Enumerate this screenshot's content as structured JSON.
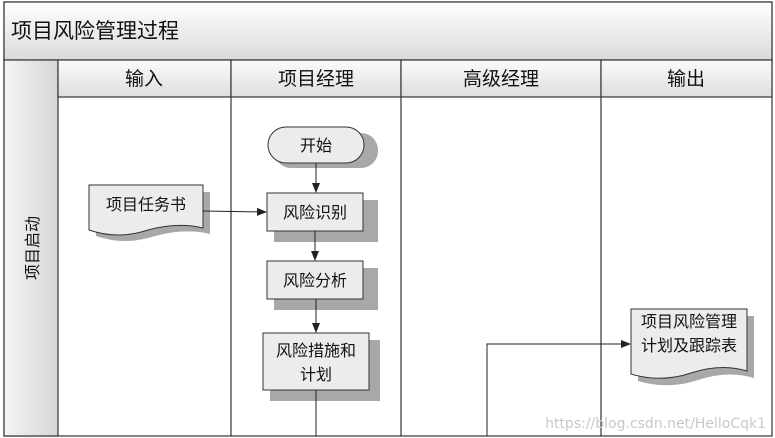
{
  "title": "项目风险管理过程",
  "phase": "项目启动",
  "lanes": [
    "输入",
    "项目经理",
    "高级经理",
    "输出"
  ],
  "nodes": {
    "start": "开始",
    "input_doc": "项目任务书",
    "identify": "风险识别",
    "analyze": "风险分析",
    "plan_line1": "风险措施和",
    "plan_line2": "计划",
    "output_line1": "项目风险管理",
    "output_line2": "计划及跟踪表"
  },
  "watermark": "https://blog.csdn.net/HelloCqk1",
  "colors": {
    "header_fill": "#eeeeee",
    "node_fill": "#ececec",
    "shadow": "#a8a8a8",
    "line": "#222222"
  }
}
